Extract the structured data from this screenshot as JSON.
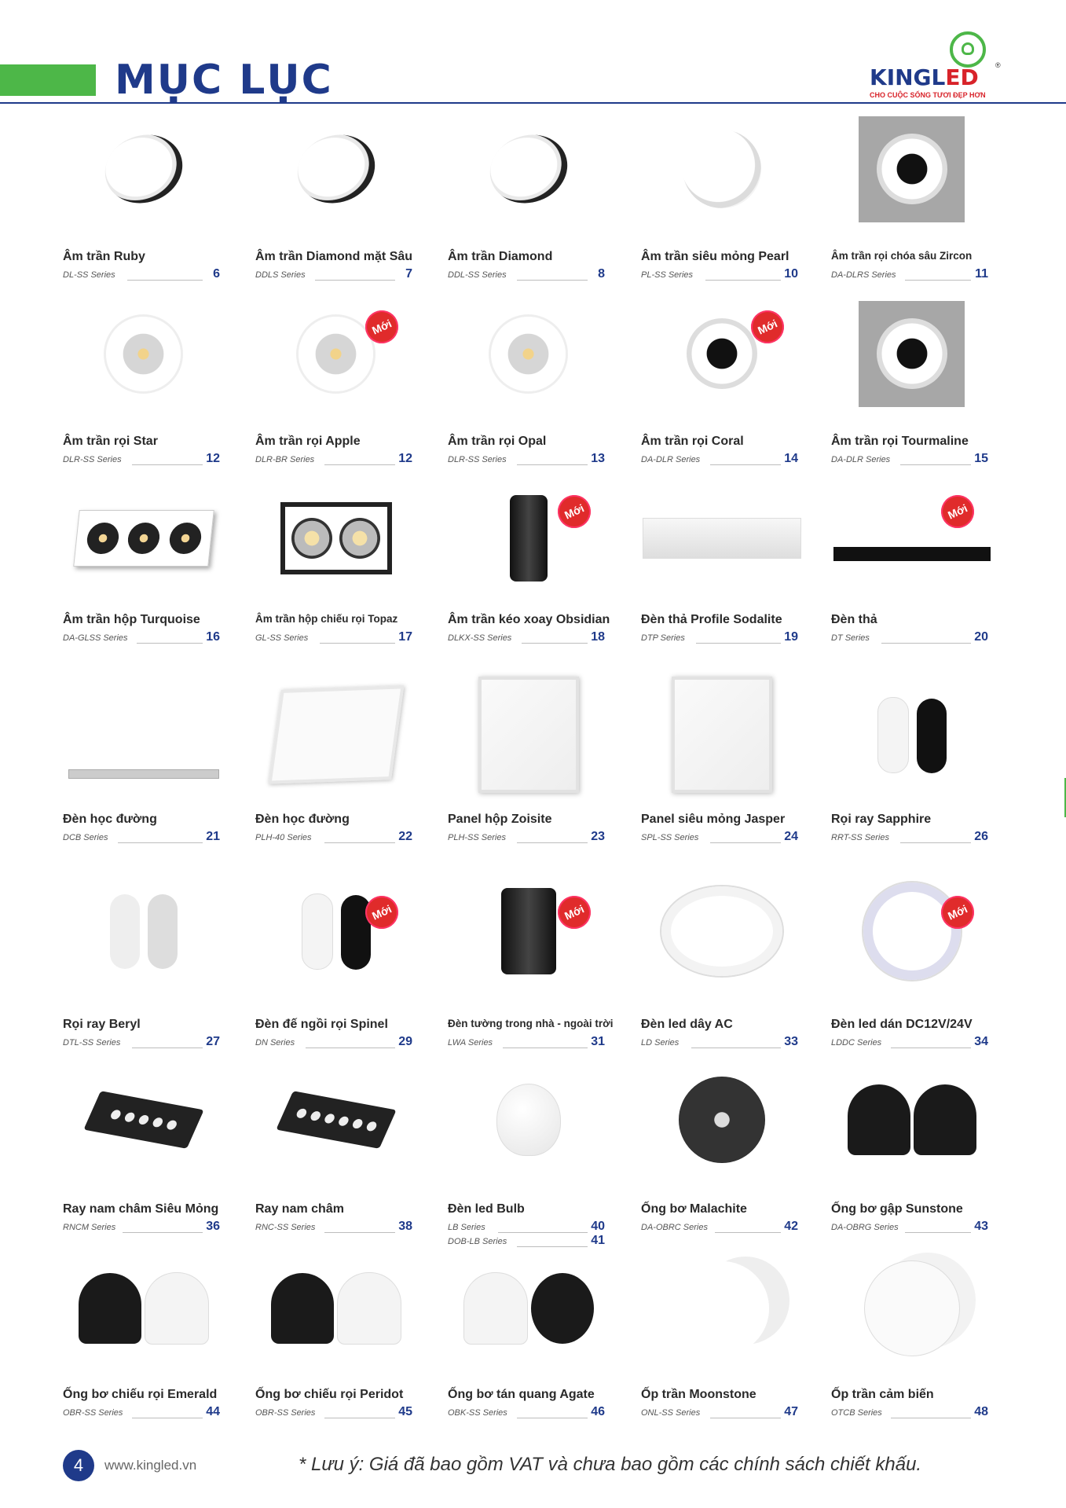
{
  "header": {
    "title": "MỤC LỤC",
    "logo": {
      "brand_prefix": "KINGL",
      "brand_suffix": "ED",
      "registered": "®",
      "slogan": "CHO CUỘC SỐNG TƯƠI ĐẸP HƠN"
    },
    "colors": {
      "accent_green": "#4db748",
      "brand_blue": "#1f3a8a",
      "brand_red": "#d8232a"
    }
  },
  "badge_label": "Mới",
  "items": [
    {
      "name": "Âm trần Ruby",
      "series": "DL-SS Series",
      "page": "6",
      "new": false,
      "image": "downlight-icon"
    },
    {
      "name": "Âm trần Diamond mặt Sâu",
      "series": "DDLS Series",
      "page": "7",
      "new": false,
      "image": "downlight-icon"
    },
    {
      "name": "Âm trần Diamond",
      "series": "DDL-SS Series",
      "page": "8",
      "new": false,
      "image": "downlight-icon"
    },
    {
      "name": "Âm trần siêu mỏng Pearl",
      "series": "PL-SS Series",
      "page": "10",
      "new": false,
      "image": "slim-downlight-icon"
    },
    {
      "name": "Âm trần rọi chóa sâu Zircon",
      "series": "DA-DLRS Series",
      "page": "11",
      "new": false,
      "image": "deep-spotlight-icon"
    },
    {
      "name": "Âm trần rọi Star",
      "series": "DLR-SS Series",
      "page": "12",
      "new": false,
      "image": "spotlight-icon"
    },
    {
      "name": "Âm trần rọi Apple",
      "series": "DLR-BR Series",
      "page": "12",
      "new": true,
      "image": "spotlight-icon"
    },
    {
      "name": "Âm trần rọi Opal",
      "series": "DLR-SS Series",
      "page": "13",
      "new": false,
      "image": "spotlight-icon"
    },
    {
      "name": "Âm trần rọi Coral",
      "series": "DA-DLR Series",
      "page": "14",
      "new": true,
      "image": "spotlight-icon"
    },
    {
      "name": "Âm trần rọi Tourmaline",
      "series": "DA-DLR Series",
      "page": "15",
      "new": false,
      "image": "deep-spotlight-icon"
    },
    {
      "name": "Âm trần hộp Turquoise",
      "series": "DA-GLSS Series",
      "page": "16",
      "new": false,
      "image": "grille-light-icon"
    },
    {
      "name": "Âm trần hộp chiếu rọi Topaz",
      "series": "GL-SS Series",
      "page": "17",
      "new": false,
      "image": "grille-light-icon"
    },
    {
      "name": "Âm trần kéo xoay Obsidian",
      "series": "DLKX-SS Series",
      "page": "18",
      "new": true,
      "image": "pull-rotate-light-icon"
    },
    {
      "name": "Đèn thả Profile Sodalite",
      "series": "DTP Series",
      "page": "19",
      "new": false,
      "image": "profile-light-icon"
    },
    {
      "name": "Đèn thả",
      "series": "DT Series",
      "page": "20",
      "new": true,
      "image": "pendant-light-icon"
    },
    {
      "name": "Đèn học đường",
      "series": "DCB Series",
      "page": "21",
      "new": false,
      "image": "school-light-icon"
    },
    {
      "name": "Đèn học đường",
      "series": "PLH-40 Series",
      "page": "22",
      "new": false,
      "image": "school-light-icon"
    },
    {
      "name": "Panel hộp Zoisite",
      "series": "PLH-SS Series",
      "page": "23",
      "new": false,
      "image": "panel-icon"
    },
    {
      "name": "Panel siêu mỏng Jasper",
      "series": "SPL-SS Series",
      "page": "24",
      "new": false,
      "image": "panel-icon"
    },
    {
      "name": "Rọi ray Sapphire",
      "series": "RRT-SS Series",
      "page": "26",
      "new": false,
      "image": "track-light-icon"
    },
    {
      "name": "Rọi ray Beryl",
      "series": "DTL-SS Series",
      "page": "27",
      "new": false,
      "image": "track-light-icon"
    },
    {
      "name": "Đèn đế ngồi rọi Spinel",
      "series": "DN Series",
      "page": "29",
      "new": true,
      "image": "surface-spot-icon"
    },
    {
      "name": "Đèn tường trong nhà - ngoài trời",
      "series": "LWA Series",
      "page": "31",
      "new": true,
      "image": "wall-light-icon"
    },
    {
      "name": "Đèn led dây AC",
      "series": "LD Series",
      "page": "33",
      "new": false,
      "image": "led-strip-icon"
    },
    {
      "name": "Đèn led dán DC12V/24V",
      "series": "LDDC Series",
      "page": "34",
      "new": true,
      "image": "led-tape-icon"
    },
    {
      "name": "Ray nam châm Siêu Mỏng",
      "series": "RNCM Series",
      "page": "36",
      "new": false,
      "image": "magnetic-track-icon"
    },
    {
      "name": "Ray nam châm",
      "series": "RNC-SS Series",
      "page": "38",
      "new": false,
      "image": "magnetic-track-icon"
    },
    {
      "name": "Đèn led Bulb",
      "series": "LB Series",
      "page": "40",
      "series2": "DOB-LB Series",
      "page2": "41",
      "new": false,
      "image": "bulb-icon"
    },
    {
      "name": "Ống bơ Malachite",
      "series": "DA-OBRC Series",
      "page": "42",
      "new": false,
      "image": "cylinder-light-icon"
    },
    {
      "name": "Ống bơ gập Sunstone",
      "series": "DA-OBRG Series",
      "page": "43",
      "new": false,
      "image": "cylinder-light-icon"
    },
    {
      "name": "Ống bơ chiếu rọi Emerald",
      "series": "OBR-SS Series",
      "page": "44",
      "new": false,
      "image": "cylinder-light-icon"
    },
    {
      "name": "Ống bơ chiếu rọi Peridot",
      "series": "OBR-SS Series",
      "page": "45",
      "new": false,
      "image": "cylinder-light-icon"
    },
    {
      "name": "Ống bơ tán quang Agate",
      "series": "OBK-SS Series",
      "page": "46",
      "new": false,
      "image": "cylinder-light-icon"
    },
    {
      "name": "Ốp trần Moonstone",
      "series": "ONL-SS Series",
      "page": "47",
      "new": false,
      "image": "ceiling-light-icon"
    },
    {
      "name": "Ốp trần cảm biến",
      "series": "OTCB Series",
      "page": "48",
      "new": false,
      "image": "sensor-ceiling-light-icon"
    }
  ],
  "footer": {
    "page_number": "4",
    "website": "www.kingled.vn",
    "note": "* Lưu ý: Giá đã bao gồm VAT và chưa bao gồm các chính sách chiết khấu."
  }
}
